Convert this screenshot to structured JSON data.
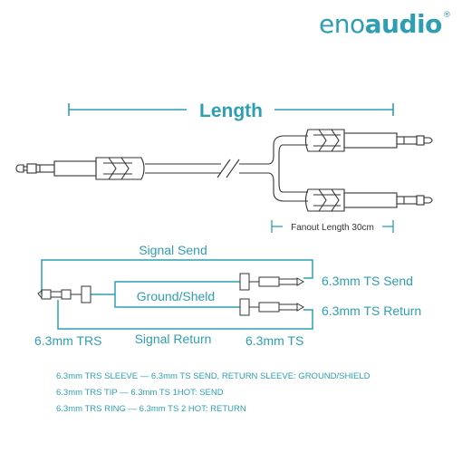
{
  "brand": {
    "name_part1": "eno",
    "name_part2": "audio",
    "registered": "®"
  },
  "dimensions": {
    "length_label": "Length",
    "fanout_label": "Fanout Length 30cm"
  },
  "wiring": {
    "signal_send": "Signal Send",
    "ground_label": "Ground/Sheld",
    "signal_return": "Signal Return",
    "left_connector": "6.3mm TRS",
    "right_connector_bottom": "6.3mm TS",
    "right_send": "6.3mm TS Send",
    "right_return": "6.3mm TS Return"
  },
  "notes": [
    "6.3mm TRS SLEEVE — 6.3mm TS SEND, RETURN SLEEVE: GROUND/SHIELD",
    "6.3mm TRS TIP — 6.3mm TS 1HOT: SEND",
    "6.3mm TRS RING — 6.3mm TS 2 HOT: RETURN"
  ],
  "colors": {
    "accent": "#2e9fb2",
    "line": "#333333"
  }
}
